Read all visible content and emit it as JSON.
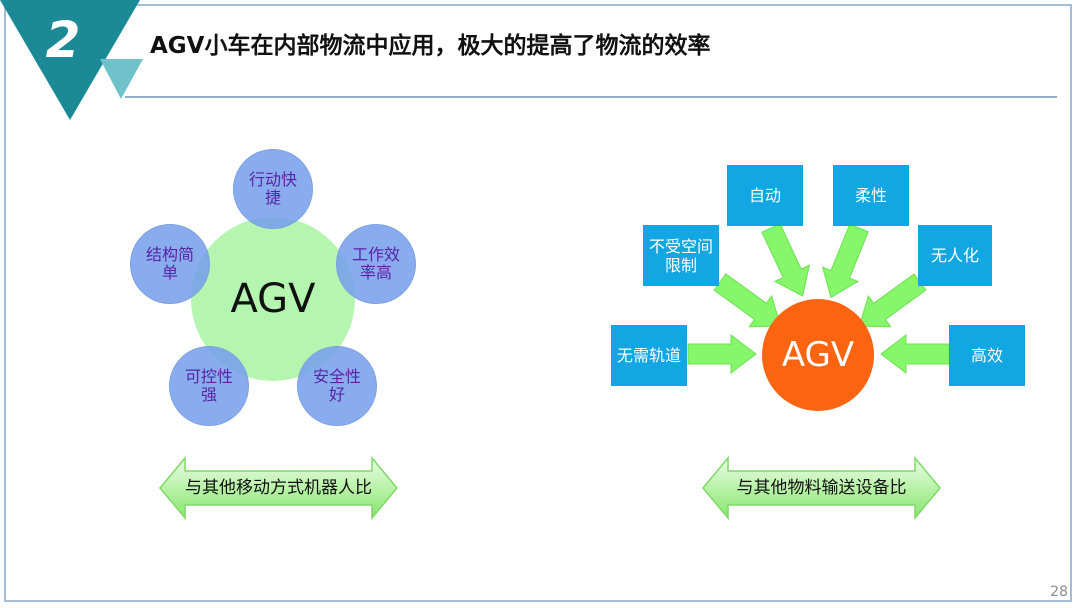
{
  "header": {
    "section_number": "2",
    "title": "AGV小车在内部物流中应用，极大的提高了物流的效率"
  },
  "left_diagram": {
    "center": "AGV",
    "nodes": [
      "行动快捷",
      "工作效率高",
      "安全性好",
      "可控性强",
      "结构简单"
    ],
    "banner": "与其他移动方式机器人比"
  },
  "right_diagram": {
    "center": "AGV",
    "boxes": [
      "自动",
      "柔性",
      "无人化",
      "高效",
      "无需轨道",
      "不受空间限制"
    ],
    "banner": "与其他物料输送设备比"
  },
  "footer": {
    "page_number": "28"
  },
  "colors": {
    "badge_dark": "#1b8a96",
    "badge_light": "#6fc2c9",
    "center_green": "#b4f6b0",
    "node_blue": "#78a0ec",
    "node_text": "#5a24a6",
    "box_blue": "#12a6e2",
    "agv_orange": "#fb6410",
    "arrow_green": "#86f66a"
  }
}
